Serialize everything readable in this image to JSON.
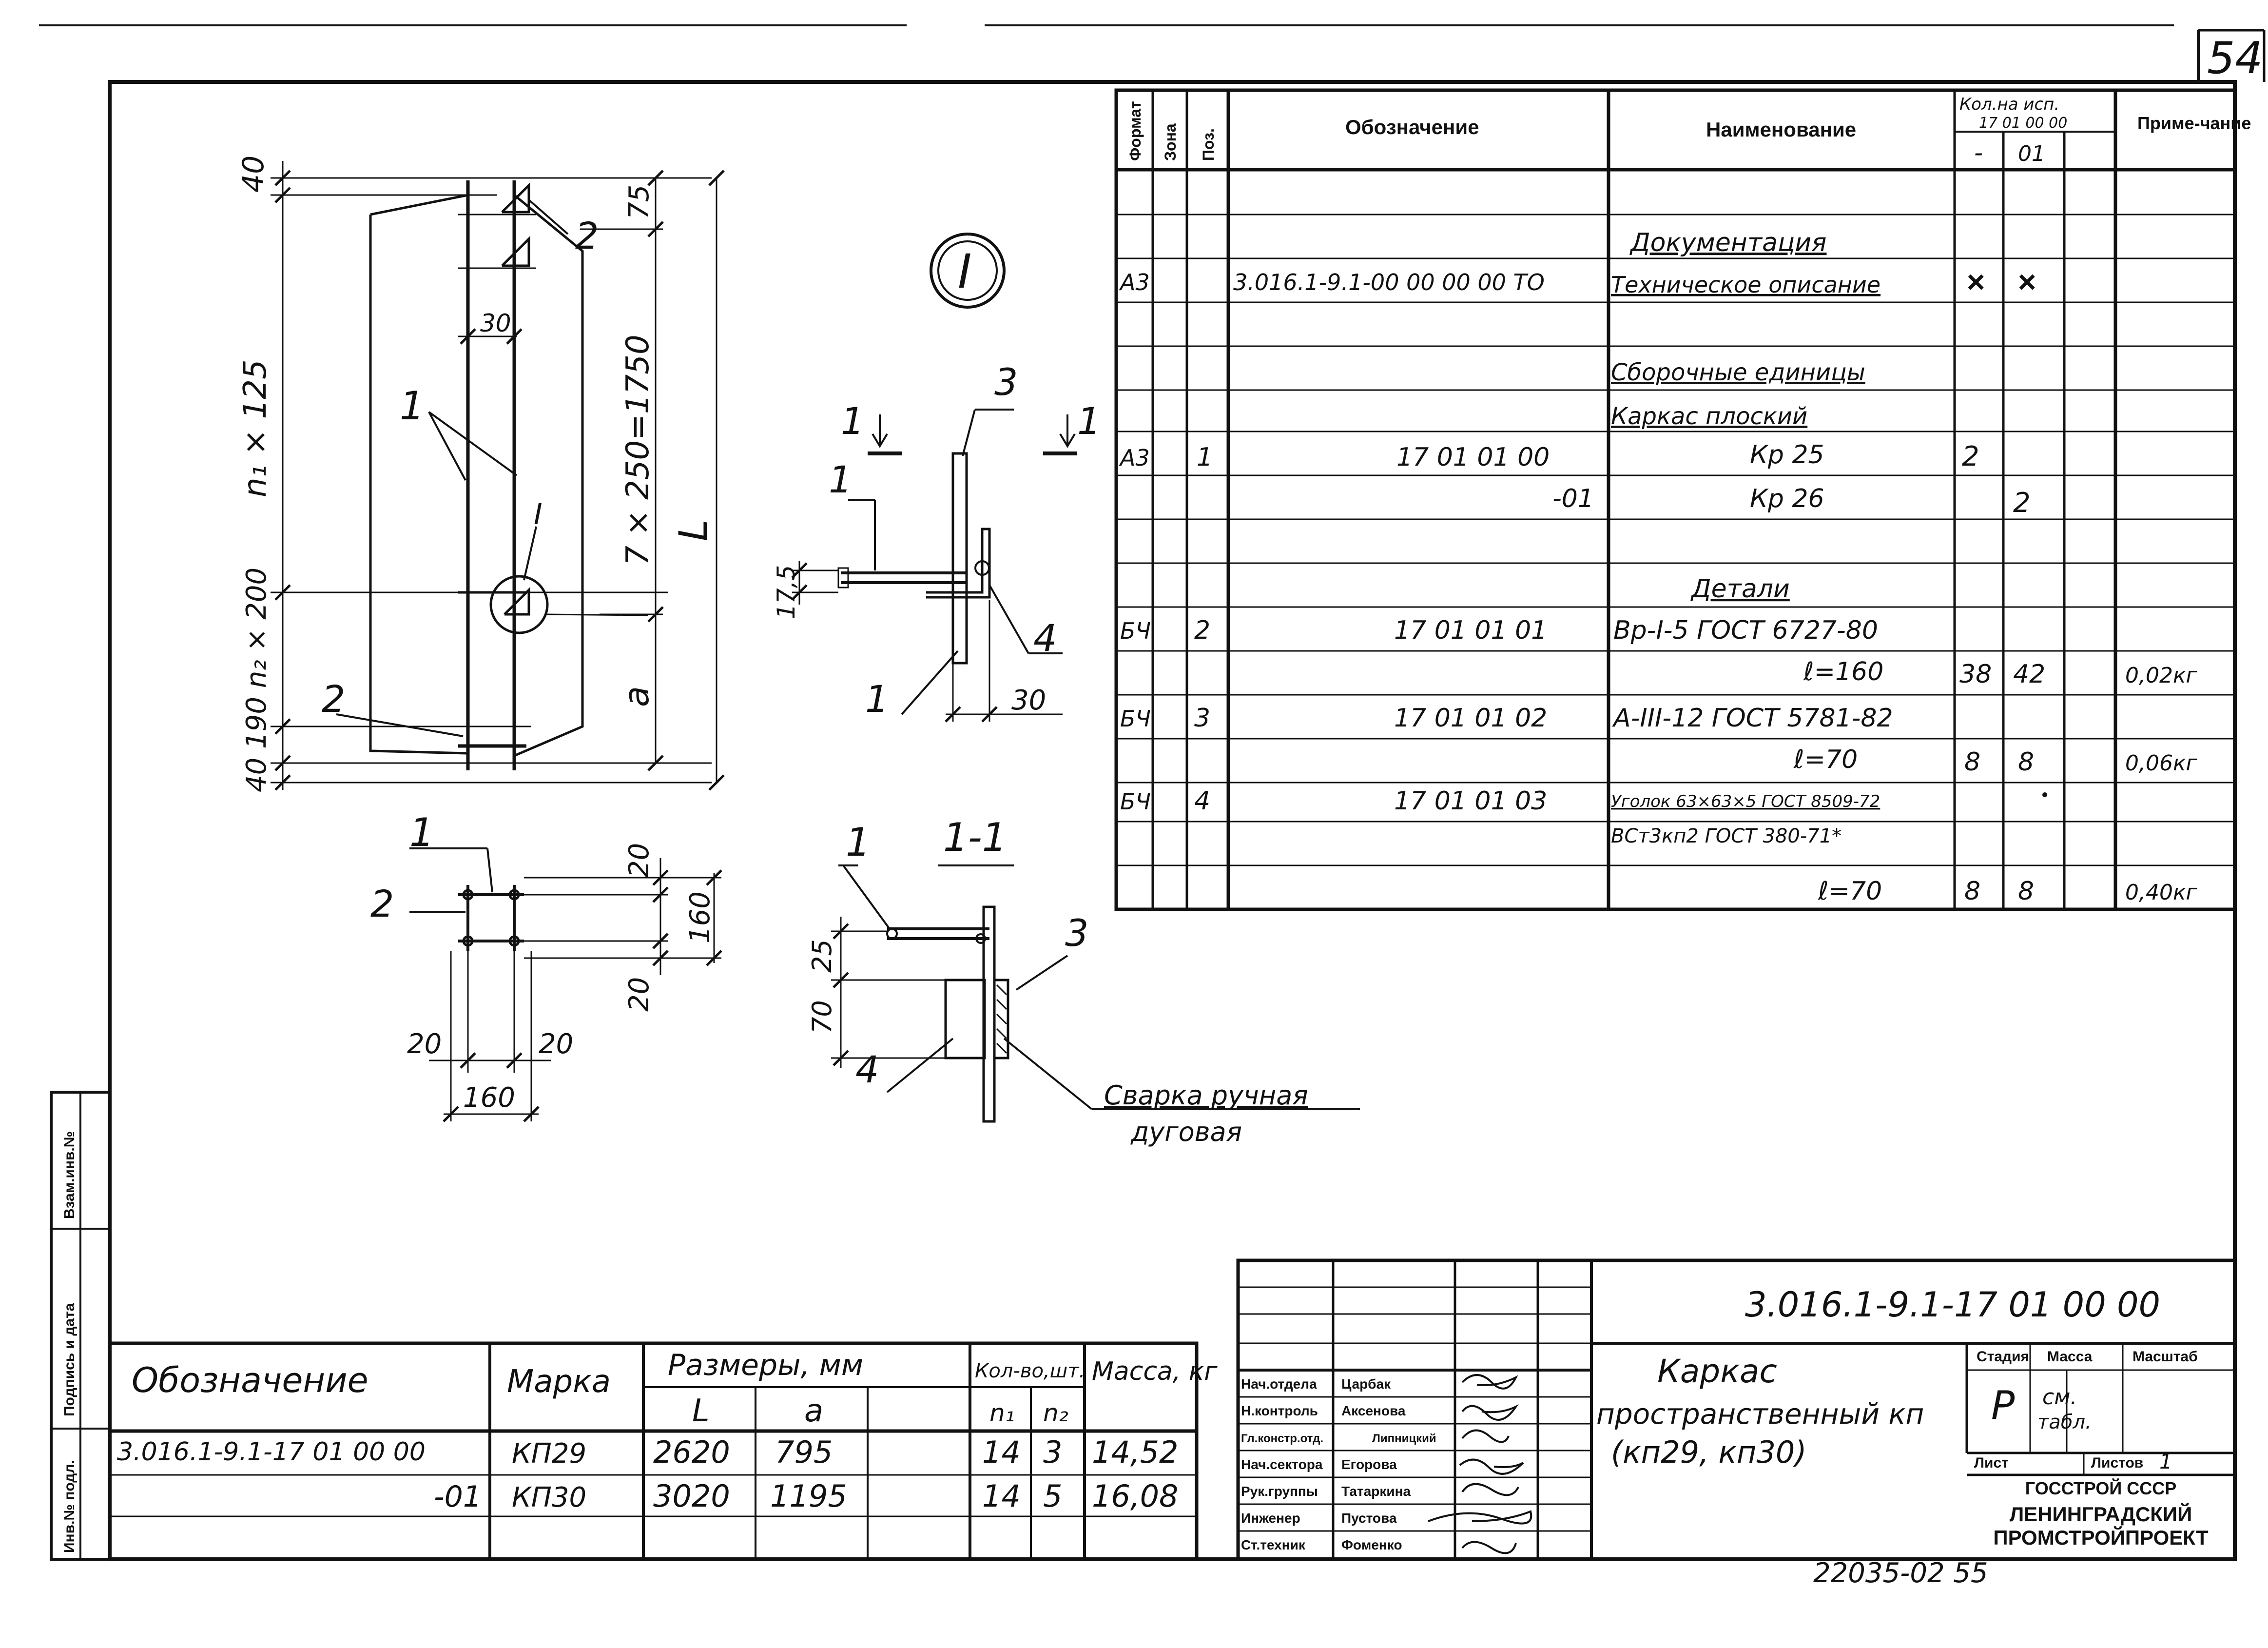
{
  "page_number": "54",
  "bottom_code": "22035-02 55",
  "drawing_code": "3.016.1-9.1-17 01 00 00",
  "title_lines": [
    "Каркас",
    "пространственный кп",
    "(кп29, кп30)"
  ],
  "spec_headers": {
    "format": "Формат",
    "zone": "Зона",
    "pos": "Поз.",
    "designation": "Обозначение",
    "name": "Наименование",
    "qty_top_1": "Кол.на исп.",
    "qty_top_2": "17 01 00 00",
    "qty_a": "-",
    "qty_b": "01",
    "note": "Приме-чание"
  },
  "spec_rows": [
    {
      "fmt": "",
      "pos": "",
      "des": "",
      "name": "Документация",
      "a": "",
      "b": "",
      "note": ""
    },
    {
      "fmt": "A3",
      "pos": "",
      "des": "3.016.1-9.1-00 00 00 00 ТО",
      "name": "Техническое описание",
      "a": "×",
      "b": "×",
      "note": ""
    },
    {
      "fmt": "",
      "pos": "",
      "des": "",
      "name": "",
      "a": "",
      "b": "",
      "note": ""
    },
    {
      "fmt": "",
      "pos": "",
      "des": "",
      "name": "Сборочные единицы",
      "a": "",
      "b": "",
      "note": ""
    },
    {
      "fmt": "",
      "pos": "",
      "des": "",
      "name": "Каркас плоский",
      "a": "",
      "b": "",
      "note": ""
    },
    {
      "fmt": "A3",
      "pos": "1",
      "des": "17 01 01 00",
      "name": "Кр 25",
      "a": "2",
      "b": "",
      "note": ""
    },
    {
      "fmt": "",
      "pos": "",
      "des": "-01",
      "name": "Кр 26",
      "a": "",
      "b": "2",
      "note": ""
    },
    {
      "fmt": "",
      "pos": "",
      "des": "",
      "name": "",
      "a": "",
      "b": "",
      "note": ""
    },
    {
      "fmt": "",
      "pos": "",
      "des": "",
      "name": "Детали",
      "a": "",
      "b": "",
      "note": ""
    },
    {
      "fmt": "БЧ",
      "pos": "2",
      "des": "17 01 01 01",
      "name": "Вр-I-5 ГОСТ 6727-80",
      "a": "",
      "b": "",
      "note": ""
    },
    {
      "fmt": "",
      "pos": "",
      "des": "",
      "name": "ℓ=160",
      "a": "38",
      "b": "42",
      "note": "0,02кг"
    },
    {
      "fmt": "БЧ",
      "pos": "3",
      "des": "17 01 01 02",
      "name": "А-III-12 ГОСТ 5781-82",
      "a": "",
      "b": "",
      "note": ""
    },
    {
      "fmt": "",
      "pos": "",
      "des": "",
      "name": "ℓ=70",
      "a": "8",
      "b": "8",
      "note": "0,06кг"
    },
    {
      "fmt": "БЧ",
      "pos": "4",
      "des": "17 01 01 03",
      "name": "Уголок 63×63×5 ГОСТ 8509-72",
      "name2": "ВСт3кп2 ГОСТ 380-71*",
      "a": "",
      "b": "",
      "note": ""
    },
    {
      "fmt": "",
      "pos": "",
      "des": "",
      "name": "ℓ=70",
      "a": "8",
      "b": "8",
      "note": "0,40кг"
    }
  ],
  "lower_table": {
    "headers": {
      "des": "Обозначение",
      "mark": "Марка",
      "dims": "Размеры, мм",
      "L": "L",
      "a": "a",
      "qty": "Кол-во,шт.",
      "n1": "n₁",
      "n2": "n₂",
      "mass": "Масса, кг"
    },
    "rows": [
      {
        "des": "3.016.1-9.1-17 01 00 00",
        "mark": "КП29",
        "L": "2620",
        "a": "795",
        "n1": "14",
        "n2": "3",
        "mass": "14,52"
      },
      {
        "des": "-01",
        "mark": "КП30",
        "L": "3020",
        "a": "1195",
        "n1": "14",
        "n2": "5",
        "mass": "16,08"
      }
    ]
  },
  "signatures": [
    {
      "role": "Нач.отдела",
      "name": "Царбак"
    },
    {
      "role": "Н.контроль",
      "name": "Аксенова"
    },
    {
      "role": "Гл.констр.отд.",
      "name": "Липницкий"
    },
    {
      "role": "Нач.сектора",
      "name": "Егорова"
    },
    {
      "role": "Рук.группы",
      "name": "Татаркина"
    },
    {
      "role": "Инженер",
      "name": "Пустова"
    },
    {
      "role": "Ст.техник",
      "name": "Фоменко"
    }
  ],
  "stage": {
    "label": "Стадия",
    "value": "Р"
  },
  "mass": {
    "label": "Масса",
    "value1": "см.",
    "value2": "табл."
  },
  "scale": {
    "label": "Масштаб",
    "value": ""
  },
  "sheet": {
    "label": "Лист",
    "sheets_label": "Листов",
    "sheets_value": "1"
  },
  "org": [
    "ГОССТРОЙ СССР",
    "ЛЕНИНГРАДСКИЙ",
    "ПРОМСТРОЙПРОЕКТ"
  ],
  "side_labels": [
    "Инв.№ подл.",
    "Подпись и дата",
    "Взам.инв.№"
  ],
  "drawing_labels": {
    "dim_40_top": "40",
    "dim_n1x125": "n₁ × 125",
    "dim_7x250": "7 × 250=1750",
    "dim_L": "L",
    "dim_75": "75",
    "dim_30": "30",
    "dim_a": "a",
    "dim_40_190": "40 190 n₂ × 200",
    "pos1": "1",
    "pos2": "2",
    "pos3": "3",
    "pos4": "4",
    "node": "I",
    "dim_20": "20",
    "dim_160": "160",
    "dim_175": "17,5",
    "dim_25": "25",
    "dim_70": "70",
    "section": "1-1",
    "welding_1": "Сварка ручная",
    "welding_2": "дуговая"
  }
}
